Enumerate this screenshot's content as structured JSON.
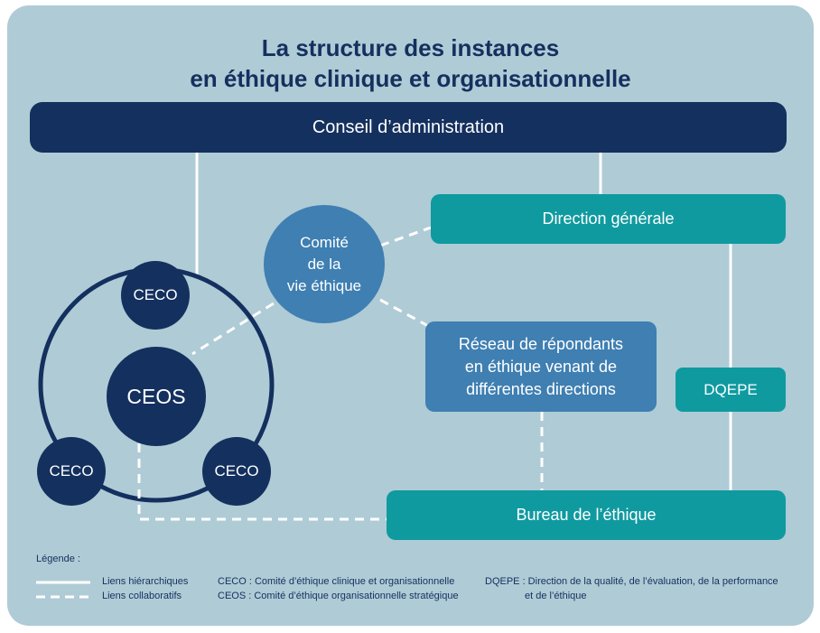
{
  "title": {
    "line1": "La structure des instances",
    "line2": "en éthique clinique et organisationnelle"
  },
  "nodes": {
    "conseil": "Conseil d’administration",
    "direction_generale": "Direction générale",
    "comite": [
      "Comité",
      "de la",
      "vie éthique"
    ],
    "reseau": [
      "Réseau de répondants",
      "en éthique venant de",
      "différentes directions"
    ],
    "dqepe": "DQEPE",
    "bureau": "Bureau de l’éthique",
    "ceos": "CEOS",
    "ceco": "CECO"
  },
  "legend": {
    "title": "Légende :",
    "hier": "Liens hiérarchiques",
    "collab": "Liens collaboratifs",
    "ceco_def": "CECO : Comité d’éthique clinique et organisationnelle",
    "ceos_def": "CEOS : Comité d’éthique organisationnelle stratégique",
    "dqepe_def_1": "DQEPE : Direction de la qualité, de l’évaluation,  de la performance",
    "dqepe_def_2": "et de l’éthique"
  },
  "colors": {
    "background": "#afcbd6",
    "navy": "#14305e",
    "teal": "#0f9aa0",
    "blue": "#3f7fb2",
    "line": "#ffffff"
  }
}
